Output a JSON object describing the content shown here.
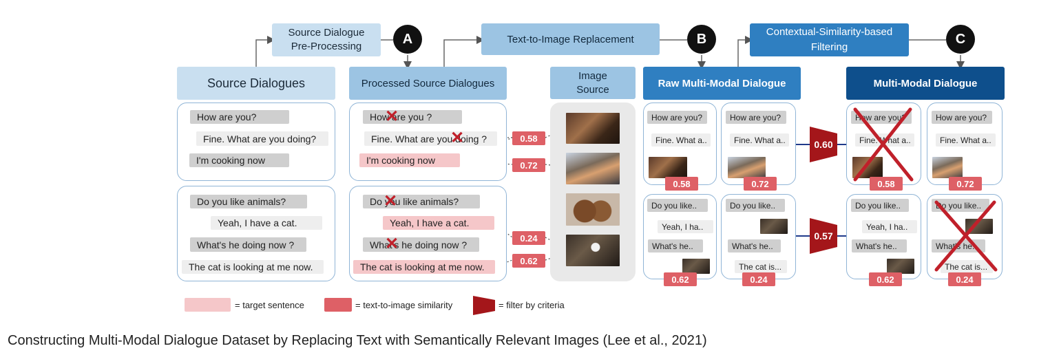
{
  "steps": {
    "a_label": "Source Dialogue Pre-Processing",
    "b_label": "Text-to-Image Replacement",
    "c_label": "Contextual-Similarity-based Filtering",
    "a_marker": "A",
    "b_marker": "B",
    "c_marker": "C"
  },
  "columns": {
    "source": "Source Dialogues",
    "processed": "Processed Source Dialogues",
    "image_source": "Image Source",
    "raw": "Raw Multi-Modal Dialogue",
    "final": "Multi-Modal Dialogue"
  },
  "source_dialogues": {
    "d1": [
      "How are you?",
      "Fine. What are you doing?",
      "I'm cooking now"
    ],
    "d2": [
      "Do you like animals?",
      "Yeah, I have a cat.",
      "What's he doing now ?",
      "The cat is looking at me now."
    ]
  },
  "processed_dialogues": {
    "d1": [
      "How are you ?",
      "Fine. What are you doing ?",
      "I'm cooking now"
    ],
    "d2": [
      "Do you like animals?",
      "Yeah, I have a cat.",
      "What's he doing now ?",
      "The cat is looking at me now."
    ]
  },
  "similarity_scores": [
    "0.58",
    "0.72",
    "0.24",
    "0.62"
  ],
  "raw_dialogues": {
    "d1a": [
      "How are you?",
      "Fine. What a..",
      "0.58"
    ],
    "d1b": [
      "How are you?",
      "Fine. What a..",
      "0.72"
    ],
    "d2a": [
      "Do you like..",
      "Yeah, I ha..",
      "What's he..",
      "0.62"
    ],
    "d2b": [
      "Do you like..",
      "What's he..",
      "The cat is...",
      "0.24"
    ]
  },
  "filter_scores": [
    "0.60",
    "0.57"
  ],
  "final_dialogues": {
    "d1a": [
      "How are you?",
      "Fine. What a..",
      "0.58"
    ],
    "d1b": [
      "How are you?",
      "Fine. What a..",
      "0.72"
    ],
    "d2a": [
      "Do you like..",
      "Yeah, I ha..",
      "What's he..",
      "0.62"
    ],
    "d2b": [
      "Do you like..",
      "What's he..",
      "The cat is...",
      "0.24"
    ]
  },
  "legend": {
    "target": "= target sentence",
    "similarity": "= text-to-image similarity",
    "filter": "= filter by criteria"
  },
  "colors": {
    "target": "#f5c7c9",
    "similarity": "#de6066",
    "filter": "#a4161a",
    "cross": "#c0202a"
  },
  "caption": "Constructing Multi-Modal Dialogue Dataset by Replacing Text with Semantically Relevant Images (Lee et al., 2021)"
}
